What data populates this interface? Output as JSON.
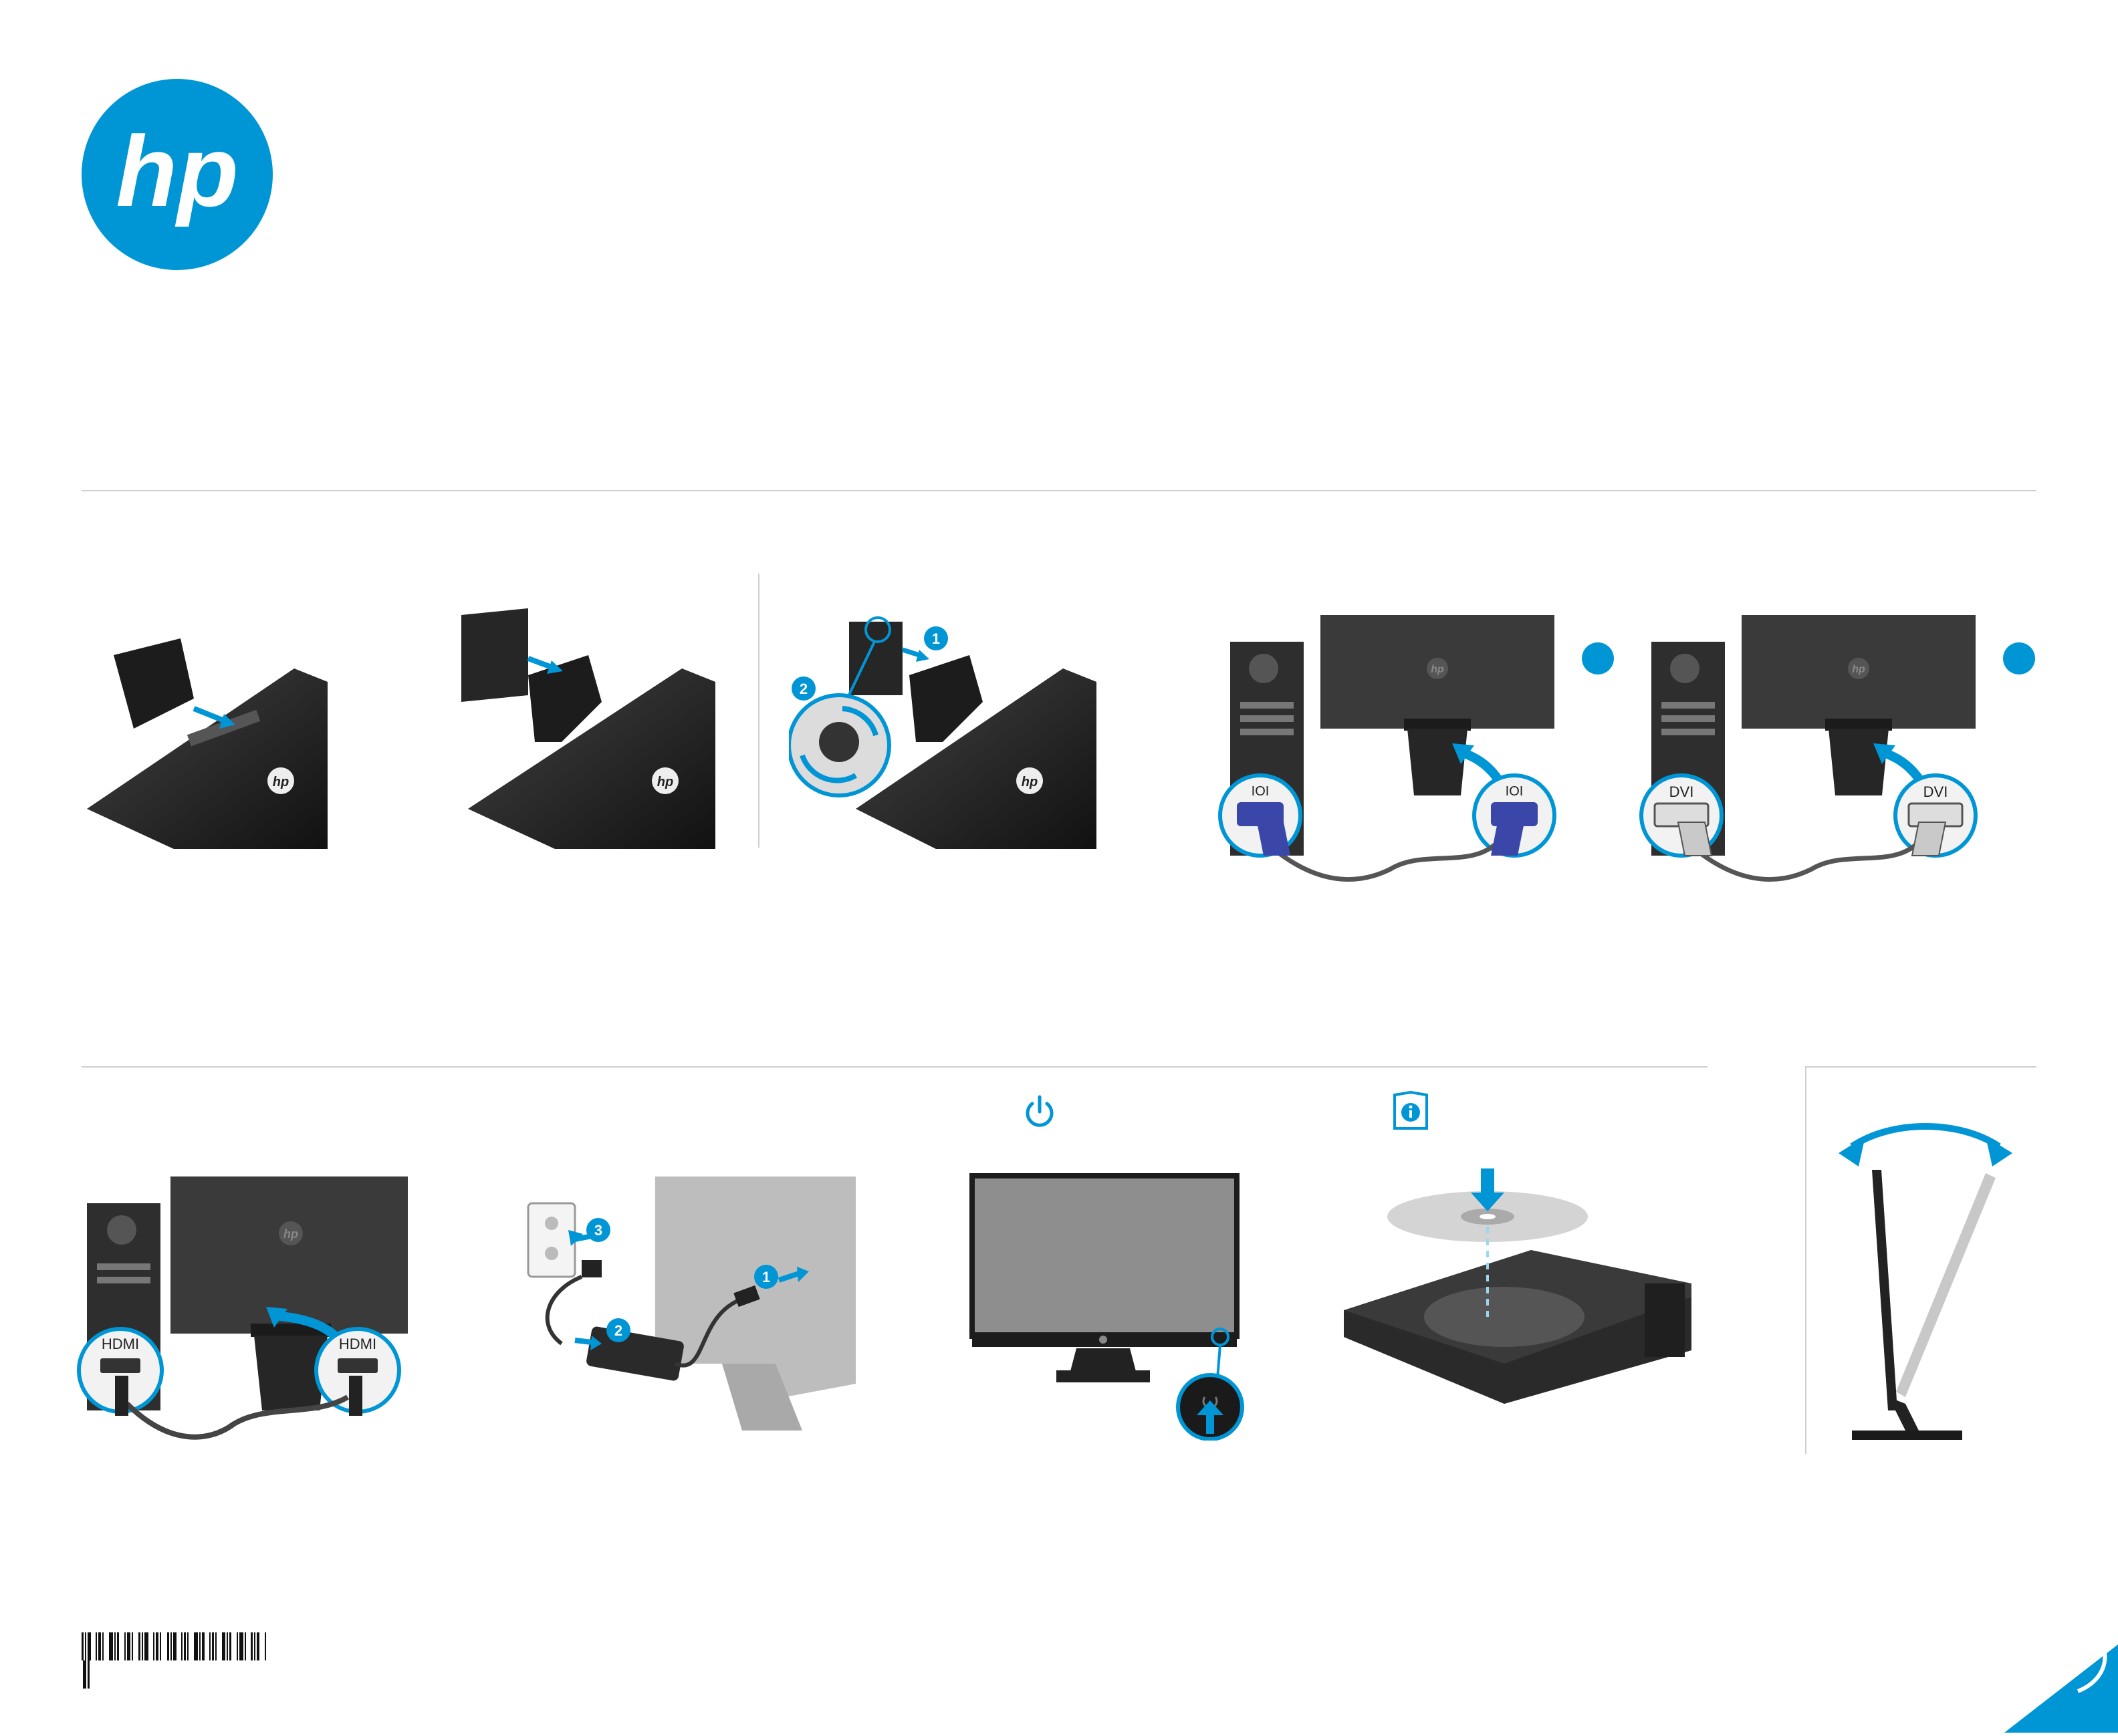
{
  "brand": {
    "logo_text": "hp",
    "accent": "#0096d6"
  },
  "connectors": {
    "vga": "IOI",
    "dvi": "DVI",
    "hdmi": "HDMI"
  },
  "callouts": {
    "one": "1",
    "two": "2",
    "three": "3"
  },
  "icons": {
    "power": "power-icon",
    "info": "info-icon",
    "page_turn": "page-turn-icon"
  },
  "colors": {
    "bezel": "#2b2b2b",
    "panel_back": "#3a3a3a",
    "cable_vga": "#3b47a8",
    "cable": "#444444",
    "rule": "#cfcfcf"
  }
}
